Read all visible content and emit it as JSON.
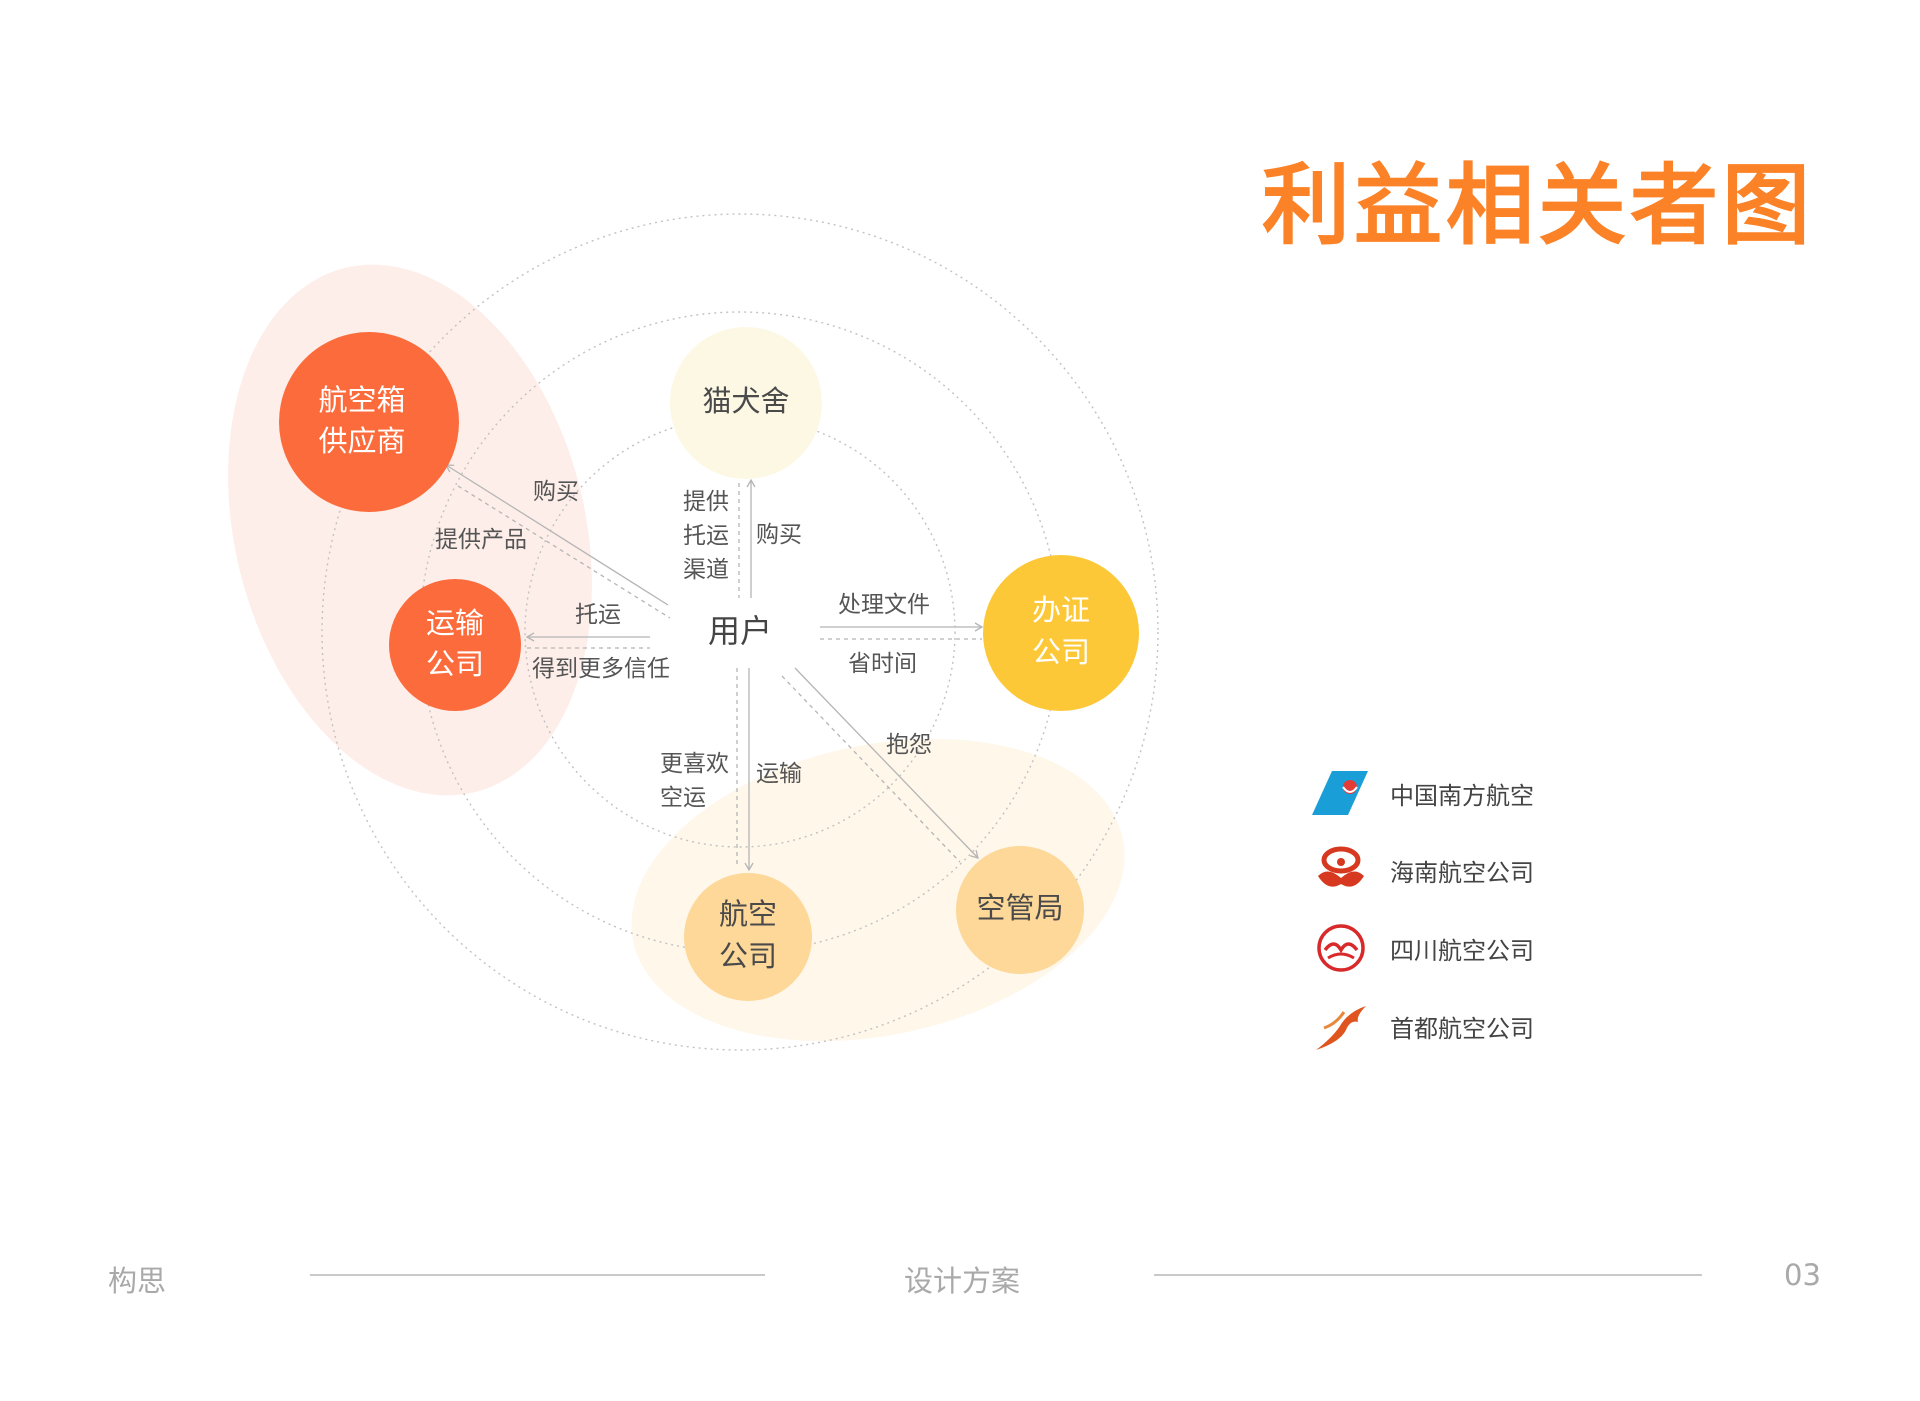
{
  "title": "利益相关者图",
  "colors": {
    "title": "#fb8226",
    "red_orange": "#fc6b3c",
    "yellow": "#fdc838",
    "peach": "#fdd898",
    "cream": "#fdf8e4",
    "pink_group": "#fdeee9",
    "cream_group": "#fef7ea"
  },
  "nodes": {
    "user": "用户",
    "shelter": "猫犬舍",
    "box_supplier": [
      "航空箱",
      "供应商"
    ],
    "transport": [
      "运输",
      "公司"
    ],
    "certification": [
      "办证",
      "公司"
    ],
    "airline": [
      "航空",
      "公司"
    ],
    "atc": "空管局"
  },
  "edges": {
    "buy_box": "购买",
    "provide_products": "提供产品",
    "shelter_provide": [
      "提供",
      "托运",
      "渠道"
    ],
    "shelter_buy": "购买",
    "consign": "托运",
    "more_trust": "得到更多信任",
    "handle_docs": "处理文件",
    "save_time": "省时间",
    "prefer_air": [
      "更喜欢",
      "空运"
    ],
    "transport_air": "运输",
    "complain": "抱怨"
  },
  "legend": [
    {
      "label": "中国南方航空",
      "icon": "china-southern-logo-icon"
    },
    {
      "label": "海南航空公司",
      "icon": "hainan-airlines-logo-icon"
    },
    {
      "label": "四川航空公司",
      "icon": "sichuan-airlines-logo-icon"
    },
    {
      "label": "首都航空公司",
      "icon": "capital-airlines-logo-icon"
    }
  ],
  "footer": {
    "left": "构思",
    "center": "设计方案",
    "page": "03"
  }
}
